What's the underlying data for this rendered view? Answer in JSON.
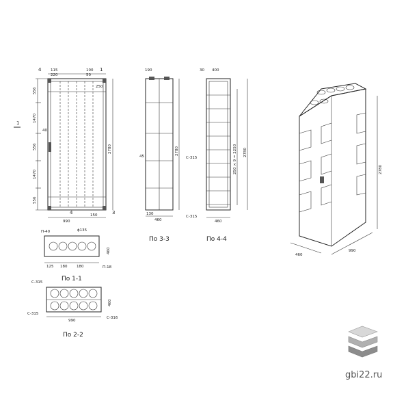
{
  "captions": {
    "sec11": "По 1-1",
    "sec22": "По 2-2",
    "sec33": "По 3-3",
    "sec44": "По 4-4"
  },
  "dims": {
    "top_115": "115",
    "top_220": "220",
    "top_100": "100",
    "top_50": "50",
    "mark_4": "4",
    "mark_1": "1",
    "mark_3": "3",
    "left_556a": "556",
    "left_1470a": "1470",
    "left_556b": "556",
    "left_1470b": "1470",
    "left_556c": "556",
    "height_2780": "2780",
    "width_990": "990",
    "dim_250": "250",
    "dim_150": "150",
    "dim_40": "40",
    "phi_135": "ϕ135",
    "p_40": "П-40",
    "p_18": "П-18",
    "b_125": "125",
    "b_180": "180",
    "b_460": "460",
    "s_315a": "С-315",
    "s_315b": "С-315",
    "s_316": "С-316",
    "w_990": "990",
    "p3_190": "190",
    "p3_2780": "2780",
    "p3_45": "45",
    "p3_130": "130",
    "p3_460": "460",
    "p4_30": "30",
    "p4_400": "400",
    "p4_2780": "2780",
    "p4_steps": "250 × 9 = 2250",
    "p4_s315": "С-315",
    "p4_s315b": "С-315",
    "p4_460": "460",
    "iso_2780": "2780",
    "iso_990": "990",
    "iso_460": "460"
  },
  "watermark": {
    "site": "gbi22.ru"
  },
  "colors": {
    "ink": "#222222",
    "logo_top": "#d8d8d8",
    "logo_mid": "#b0b0b0",
    "logo_bot": "#8c8c8c"
  }
}
